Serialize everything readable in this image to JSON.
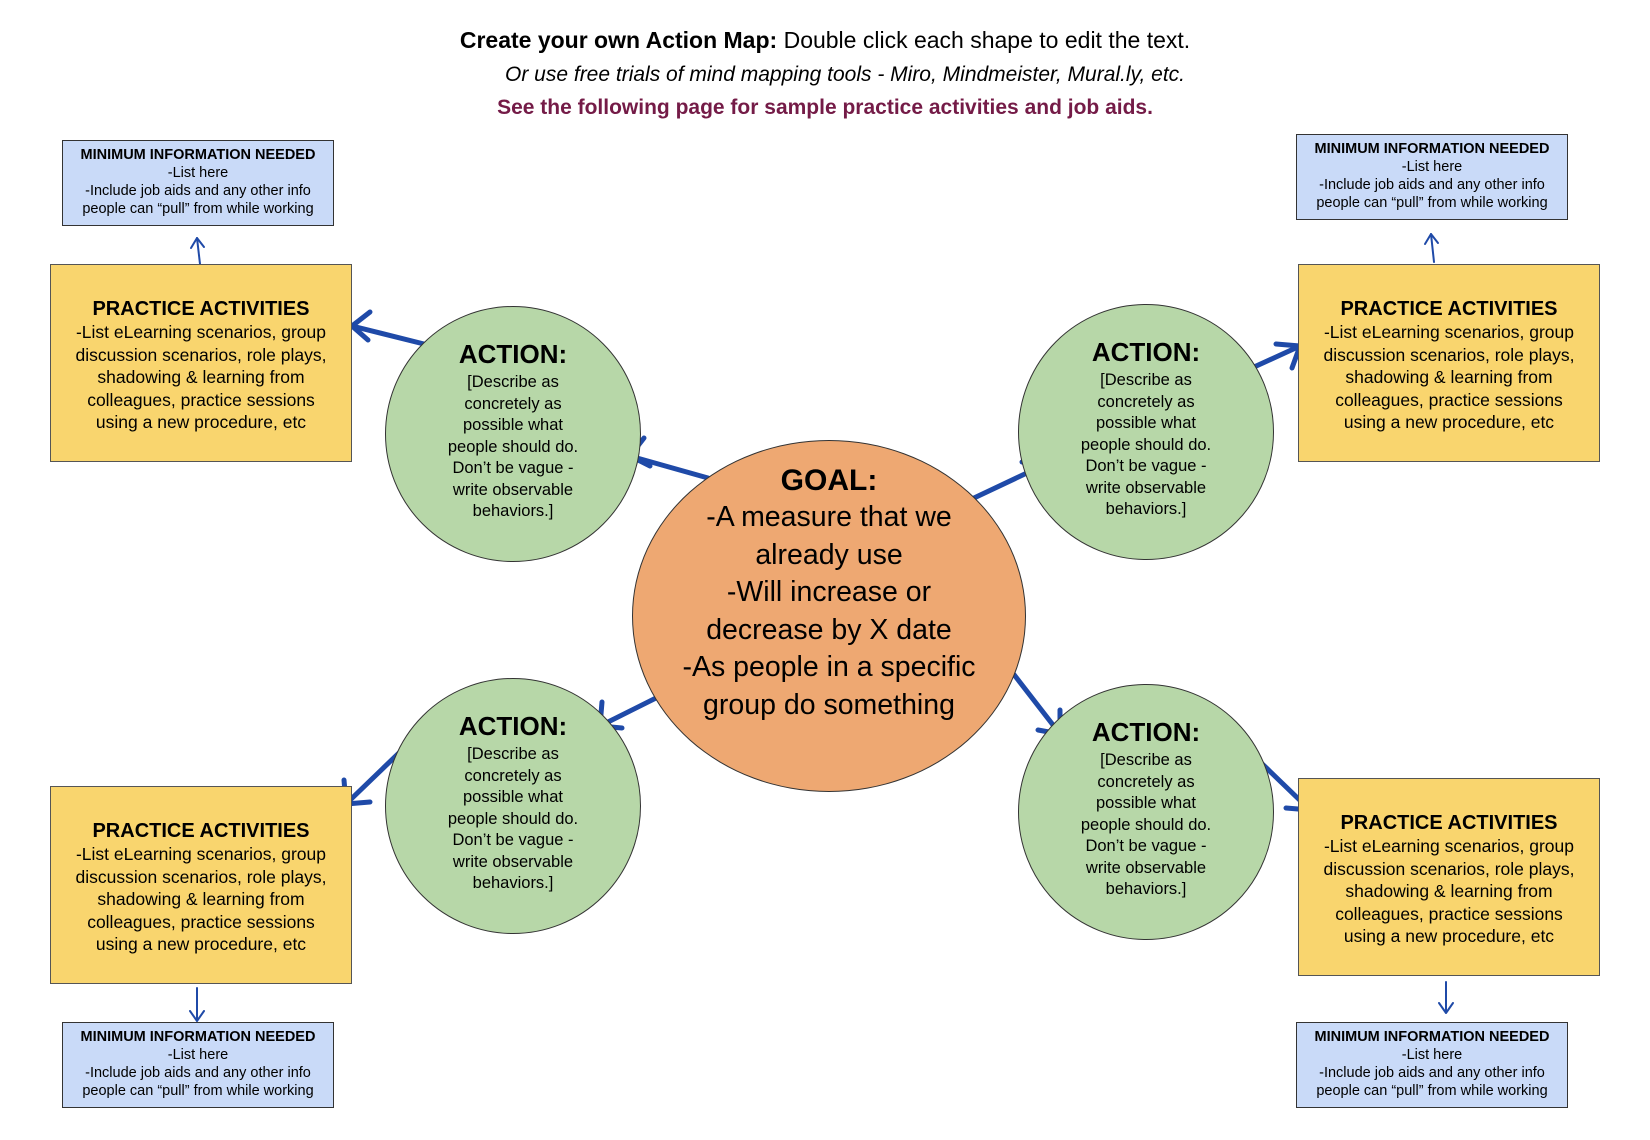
{
  "header": {
    "title_bold": "Create your own Action Map:",
    "title_rest": " Double click each shape to edit the text.",
    "subtitle": "Or use free trials of mind mapping tools -  Miro, Mindmeister, Mural.ly, etc.",
    "note": "See the following page for sample practice activities and job aids.",
    "note_color": "#741b47"
  },
  "goal": {
    "title": "GOAL:",
    "body": "-A measure that we already use -Will increase or decrease by X date -As people in a specific group do something",
    "lines": [
      "-A measure that we",
      "already use",
      "-Will increase or",
      "decrease by X date",
      "-As people in a specific",
      "group do something"
    ]
  },
  "action": {
    "title": "ACTION:",
    "lines": [
      "[Describe as",
      "concretely as",
      "possible what",
      "people should do.",
      "Don’t be vague -",
      "write observable",
      "behaviors.]"
    ]
  },
  "practice": {
    "title": "PRACTICE ACTIVITIES",
    "lines": [
      "-List eLearning scenarios, group",
      "discussion scenarios, role plays,",
      "shadowing & learning from",
      "colleagues, practice sessions",
      "using a new procedure, etc"
    ]
  },
  "info": {
    "title": "MINIMUM INFORMATION NEEDED",
    "lines": [
      "-List here",
      "-Include job aids and any other info",
      "people can “pull” from while working"
    ]
  },
  "colors": {
    "goal": "#eea872",
    "action": "#b7d7a8",
    "practice": "#f9d56e",
    "info": "#c9daf8",
    "arrow": "#1f4aa8"
  }
}
